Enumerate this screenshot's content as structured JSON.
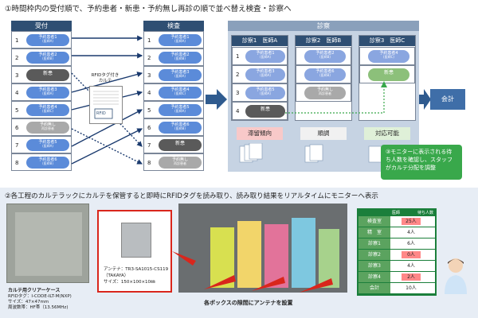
{
  "header": {
    "title": "①時間枠内の受付順で、予約患者・新患・予約無し再診の順で並べ替え検査・診察へ"
  },
  "columns": {
    "uketsuke": "受付",
    "kensa": "検査",
    "shinsatsu": "診察",
    "shinsatsu1": "診察1　医師A",
    "shinsatsu2": "診察2　医師B",
    "shinsatsu3": "診察3　医師C"
  },
  "uketsuke_rows": [
    {
      "n": "1",
      "label": "予約患者1",
      "sub": "(医師A)",
      "kind": "blue"
    },
    {
      "n": "2",
      "label": "予約患者2",
      "sub": "(医師B)",
      "kind": "blue"
    },
    {
      "n": "3",
      "label": "新患",
      "sub": "",
      "kind": "dark"
    },
    {
      "n": "4",
      "label": "予約患者3",
      "sub": "(医師A)",
      "kind": "blue"
    },
    {
      "n": "5",
      "label": "予約患者4",
      "sub": "(医師C)",
      "kind": "blue"
    },
    {
      "n": "6",
      "label": "予約無し",
      "sub": "再診患者",
      "kind": "gray"
    },
    {
      "n": "7",
      "label": "予約患者5",
      "sub": "(医師A)",
      "kind": "blue"
    },
    {
      "n": "8",
      "label": "予約患者6",
      "sub": "(医師B)",
      "kind": "blue"
    }
  ],
  "kensa_rows": [
    {
      "n": "1",
      "label": "予約患者1",
      "sub": "(医師A)",
      "kind": "blue"
    },
    {
      "n": "2",
      "label": "予約患者2",
      "sub": "(医師B)",
      "kind": "blue"
    },
    {
      "n": "3",
      "label": "予約患者3",
      "sub": "(医師A)",
      "kind": "blue"
    },
    {
      "n": "4",
      "label": "予約患者4",
      "sub": "(医師C)",
      "kind": "blue"
    },
    {
      "n": "5",
      "label": "予約患者5",
      "sub": "(医師A)",
      "kind": "blue"
    },
    {
      "n": "6",
      "label": "予約患者6",
      "sub": "(医師B)",
      "kind": "blue"
    },
    {
      "n": "7",
      "label": "新患",
      "sub": "",
      "kind": "dark"
    },
    {
      "n": "8",
      "label": "予約無し",
      "sub": "再診患者",
      "kind": "gray"
    }
  ],
  "rfid_label": "RFIDタグ付き\nカルテ",
  "rfid_tag": "RFID",
  "d1_rows": [
    {
      "n": "1",
      "label": "予約患者1",
      "sub": "(医師A)",
      "kind": "lblue"
    },
    {
      "n": "2",
      "label": "予約患者3",
      "sub": "(医師A)",
      "kind": "lblue"
    },
    {
      "n": "3",
      "label": "予約患者5",
      "sub": "(医師A)",
      "kind": "lblue"
    },
    {
      "n": "4",
      "label": "新患",
      "sub": "",
      "kind": "dark"
    }
  ],
  "d2_rows": [
    {
      "label": "予約患者2",
      "sub": "(医師B)",
      "kind": "lblue"
    },
    {
      "label": "予約患者6",
      "sub": "(医師B)",
      "kind": "lblue"
    },
    {
      "label": "予約無し",
      "sub": "再診患者",
      "kind": "gray"
    }
  ],
  "d3_rows": [
    {
      "label": "予約患者4",
      "sub": "(医師C)",
      "kind": "lblue"
    },
    {
      "label": "新患",
      "sub": "",
      "kind": "green"
    }
  ],
  "status": [
    "滞留傾向",
    "順調",
    "対応可能"
  ],
  "kaikei": "会計",
  "bubble": "③モニターに表示される待ち人数を確認し、スタッフがカルテ分配を調整",
  "section2": {
    "title": "②各工程のカルテラックにカルテを保管すると即時にRFIDタグを読み取り、読み取り結果をリアルタイムにモニターへ表示",
    "case_title": "カルテ用クリアーケース",
    "case_lines": [
      "RFIDタグ：I-CODE-ILT-M(NXP)",
      "サイズ：47×47mm",
      "周波数帯：HF帯（13.56MHz)"
    ],
    "antenna_lines": [
      "アンテナ：TR3-SA1015-CS119",
      "（TAKAYA）",
      "サイズ：150×100×10㎜"
    ],
    "photo_caption": "各ボックスの隙間にアンテナを設置"
  },
  "monitor": {
    "h1": "医師",
    "h2": "待ち人数",
    "rows": [
      {
        "label": "検査室",
        "value": "25人",
        "warn": true
      },
      {
        "label": "精　室",
        "value": "4人",
        "warn": false
      },
      {
        "label": "診察1",
        "value": "6人",
        "warn": false
      },
      {
        "label": "診察2",
        "value": "0人",
        "warn": true
      },
      {
        "label": "診察3",
        "value": "4人",
        "warn": false
      },
      {
        "label": "診察4",
        "value": "2人",
        "warn": true
      },
      {
        "label": "会計",
        "value": "10人",
        "warn": false
      }
    ]
  }
}
